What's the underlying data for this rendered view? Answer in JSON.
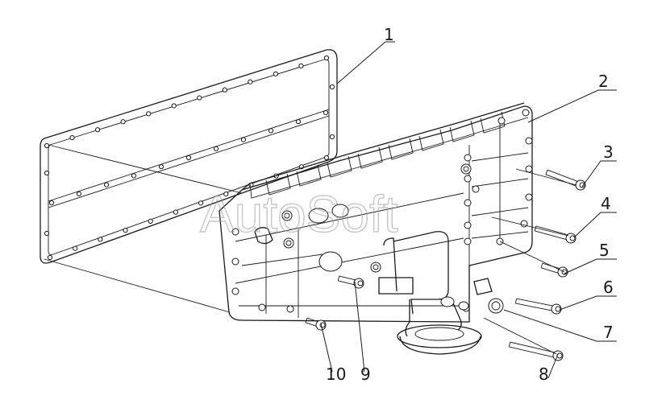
{
  "watermark": "AutoSoft",
  "callouts": [
    {
      "id": "callout-1",
      "label": "1"
    },
    {
      "id": "callout-2",
      "label": "2"
    },
    {
      "id": "callout-3",
      "label": "3"
    },
    {
      "id": "callout-4",
      "label": "4"
    },
    {
      "id": "callout-5",
      "label": "5"
    },
    {
      "id": "callout-6",
      "label": "6"
    },
    {
      "id": "callout-7",
      "label": "7"
    },
    {
      "id": "callout-8",
      "label": "8"
    },
    {
      "id": "callout-9",
      "label": "9"
    },
    {
      "id": "callout-10",
      "label": "10"
    }
  ]
}
